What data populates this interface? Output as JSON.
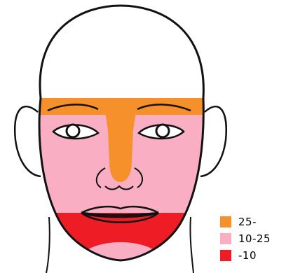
{
  "legend": {
    "items": [
      {
        "label": "25-",
        "color": "#f5902a"
      },
      {
        "label": "10-25",
        "color": "#f9aec4"
      },
      {
        "label": "-10",
        "color": "#ee1c25"
      }
    ]
  },
  "colors": {
    "outline": "#111111",
    "skin": "#ffffff"
  }
}
